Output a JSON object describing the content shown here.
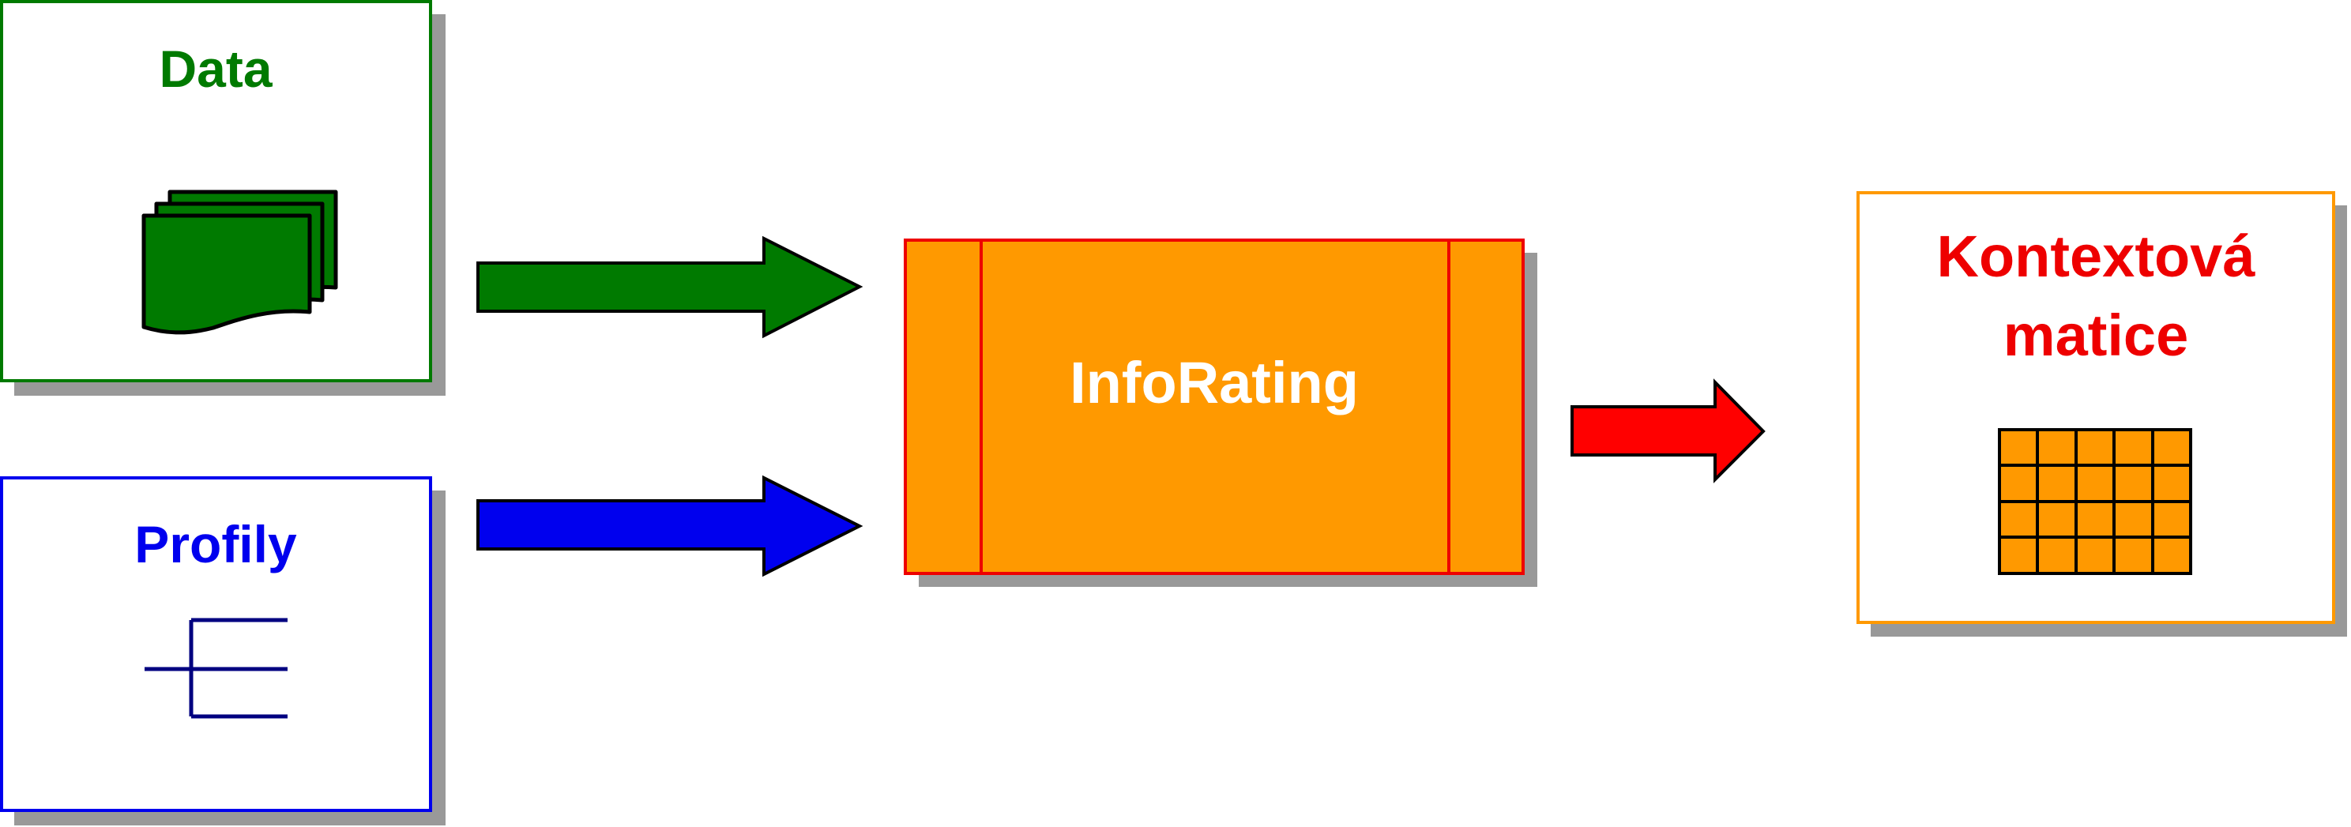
{
  "nodes": {
    "data": {
      "title": "Data",
      "color": "#007A00",
      "icon": "document-stack-icon"
    },
    "profily": {
      "title": "Profily",
      "color": "#0000EE",
      "icon": "tree-icon"
    },
    "inforating": {
      "title": "InfoRating",
      "color": "#FF9900",
      "border": "#EE0000",
      "text_color": "#FFFFFF",
      "icon": "process-box"
    },
    "matrix": {
      "title_line1": "Kontextová",
      "title_line2": "matice",
      "color": "#EE0000",
      "border": "#FF9900",
      "icon": "grid-icon"
    }
  },
  "edges": [
    {
      "from": "data",
      "to": "inforating",
      "color": "#007A00"
    },
    {
      "from": "profily",
      "to": "inforating",
      "color": "#0000EE"
    },
    {
      "from": "inforating",
      "to": "matrix",
      "color": "#FF0000"
    }
  ],
  "colors": {
    "shadow": "#999999",
    "black": "#000000"
  }
}
